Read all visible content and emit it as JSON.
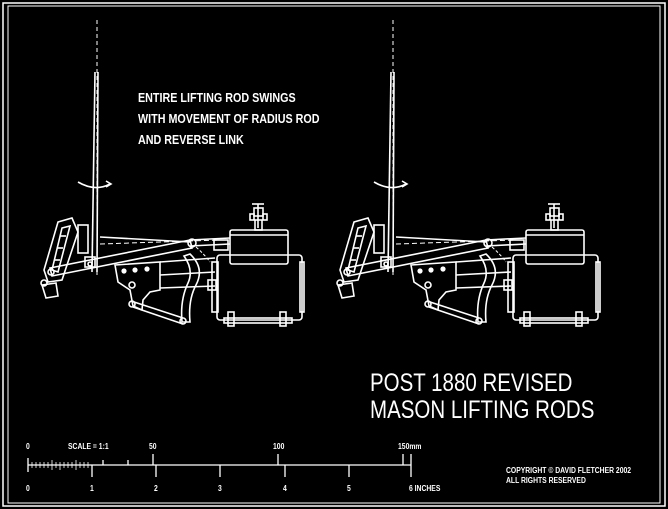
{
  "annotation": {
    "lines": [
      "ENTIRE LIFTING ROD SWINGS",
      "WITH MOVEMENT OF RADIUS ROD",
      "AND REVERSE LINK"
    ]
  },
  "title": {
    "line1": "POST 1880 REVISED",
    "line2": "MASON LIFTING RODS"
  },
  "scale_bar": {
    "scale_label": "SCALE = 1:1",
    "mm_labels": [
      "0",
      "50",
      "100",
      "150mm"
    ],
    "inch_labels": [
      "0",
      "1",
      "2",
      "3",
      "4",
      "5",
      "6 INCHES"
    ]
  },
  "copyright": {
    "line1": "COPYRIGHT © DAVID FLETCHER 2002",
    "line2": "ALL RIGHTS RESERVED"
  },
  "colors": {
    "background": "#000000",
    "line": "#ffffff"
  }
}
